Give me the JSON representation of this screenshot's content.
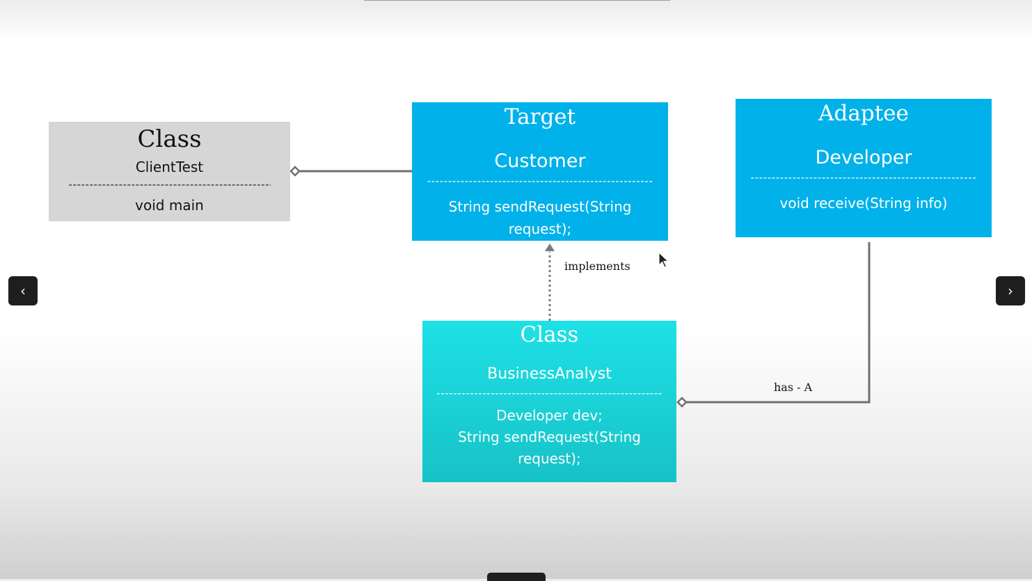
{
  "diagram": {
    "boxes": {
      "client": {
        "kind": "Class",
        "name": "ClientTest",
        "separator": "------------------------------------------------------",
        "body": "void main",
        "color": "#d6d6d6"
      },
      "target": {
        "kind": "Target",
        "name": "Customer",
        "separator": "------------------------------------------------------",
        "body": "String sendRequest(String request);",
        "color": "#00b1ea"
      },
      "adaptee": {
        "kind": "Adaptee",
        "name": "Developer",
        "separator": "------------------------------------------------------",
        "body": "void receive(String info)",
        "color": "#00b1ea"
      },
      "analyst": {
        "kind": "Class",
        "name": "BusinessAnalyst",
        "separator": "------------------------------------------------------",
        "body_lines": [
          "Developer dev;",
          "String sendRequest(String request);"
        ],
        "color": "#1de1e6"
      }
    },
    "connectors": {
      "implements_label": "implements",
      "has_a_label": "has - A"
    }
  },
  "navigation": {
    "prev_icon": "chevron-left-icon",
    "next_icon": "chevron-right-icon",
    "prev_glyph": "‹",
    "next_glyph": "›"
  }
}
